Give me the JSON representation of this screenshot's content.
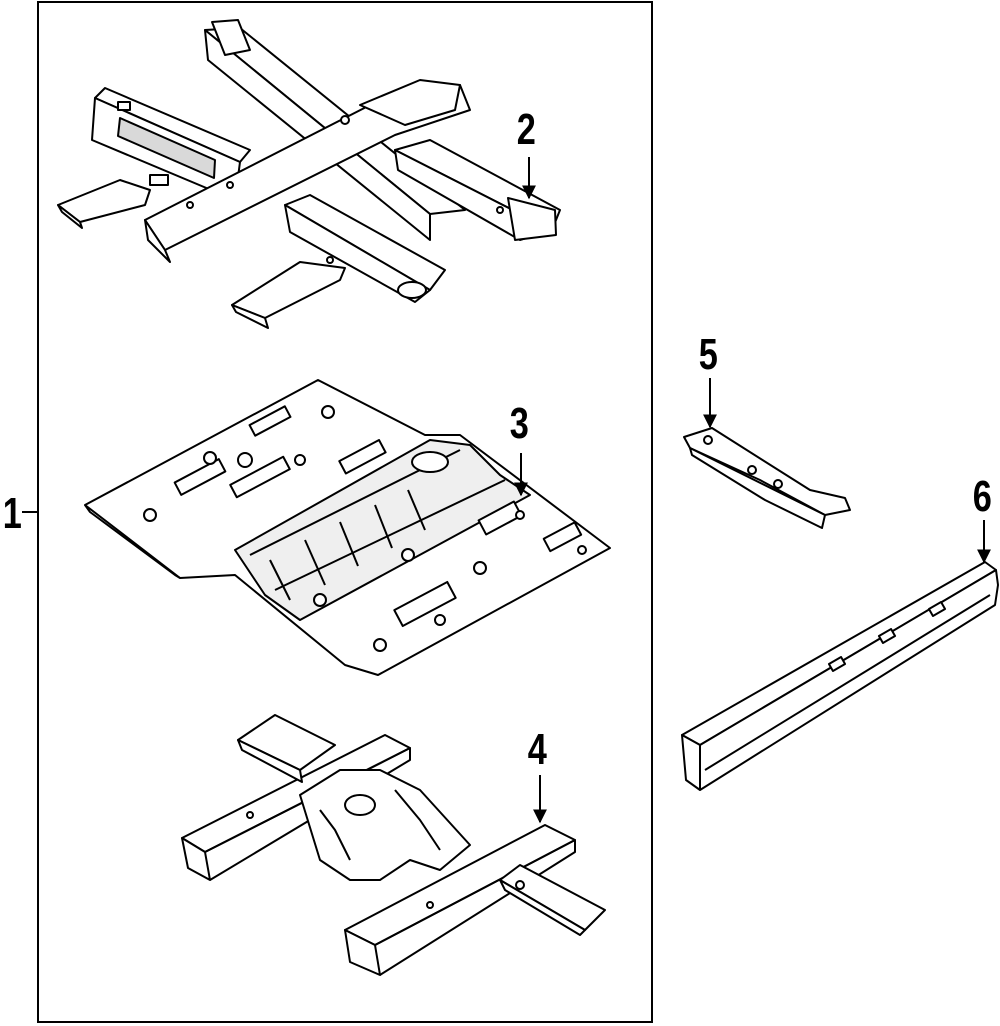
{
  "callouts": [
    {
      "id": "1",
      "label": "1"
    },
    {
      "id": "2",
      "label": "2"
    },
    {
      "id": "3",
      "label": "3"
    },
    {
      "id": "4",
      "label": "4"
    },
    {
      "id": "5",
      "label": "5"
    },
    {
      "id": "6",
      "label": "6"
    }
  ],
  "colors": {
    "ink": "#000000",
    "fill": "#ffffff",
    "shade": "#d9d9d9"
  }
}
